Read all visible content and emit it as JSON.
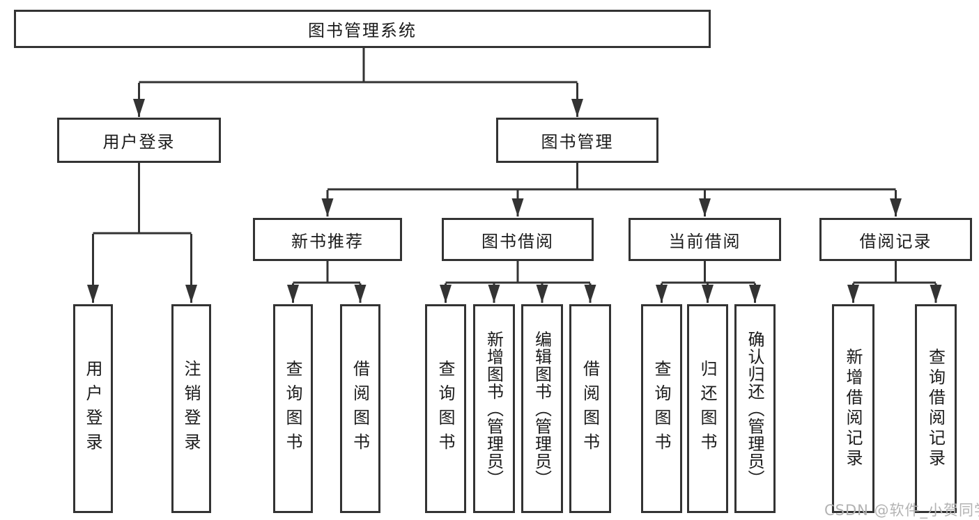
{
  "tree": {
    "root": "图书管理系统",
    "children": [
      {
        "label": "用户登录",
        "children": [
          "用户登录",
          "注销登录"
        ]
      },
      {
        "label": "图书管理",
        "children": [
          {
            "label": "新书推荐",
            "children": [
              "查询图书",
              "借阅图书"
            ]
          },
          {
            "label": "图书借阅",
            "children": [
              "查询图书",
              "新增图书（管理员）",
              "编辑图书（管理员）",
              "借阅图书"
            ]
          },
          {
            "label": "当前借阅",
            "children": [
              "查询图书",
              "归还图书",
              "确认归还（管理员）"
            ]
          },
          {
            "label": "借阅记录",
            "children": [
              "新增借阅记录",
              "查询借阅记录"
            ]
          }
        ]
      }
    ]
  },
  "watermark": {
    "text": "CSDN @软件_小贺同学",
    "color": "#b3b3b3"
  },
  "colors": {
    "line": "#333333",
    "box_border": "#333333",
    "text": "#1b1b1b",
    "background": "#ffffff"
  }
}
